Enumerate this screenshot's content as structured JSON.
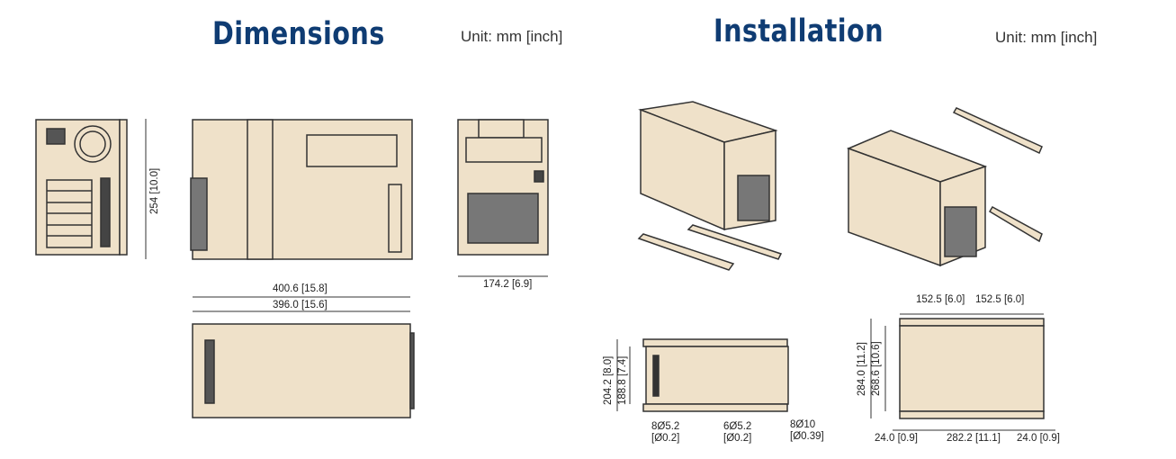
{
  "dimensions": {
    "title": "Dimensions",
    "unit": "Unit: mm [inch]",
    "height_label": "254 [10.0]",
    "length_outer": "400.6 [15.8]",
    "length_inner": "396.0 [15.6]",
    "width_label": "174.2 [6.9]"
  },
  "installation": {
    "title": "Installation",
    "unit": "Unit: mm [inch]",
    "bottom_view": {
      "depth_outer": "204.2 [8.0]",
      "depth_inner": "188.8 [7.4]",
      "hole_a": [
        "8Ø5.2",
        "[Ø0.2]"
      ],
      "hole_b": [
        "6Ø5.2",
        "[Ø0.2]"
      ],
      "hole_c": [
        "8Ø10",
        "[Ø0.39]"
      ]
    },
    "side_view": {
      "top_left": "152.5 [6.0]",
      "top_right": "152.5 [6.0]",
      "height_outer": "284.0 [11.2]",
      "height_inner": "268.6 [10.6]",
      "bottom_left": "24.0 [0.9]",
      "bottom_mid": "282.2 [11.1]",
      "bottom_right": "24.0 [0.9]"
    }
  },
  "colors": {
    "title": "#0f3c73",
    "panel": "#efe1c9",
    "line": "#333333"
  }
}
